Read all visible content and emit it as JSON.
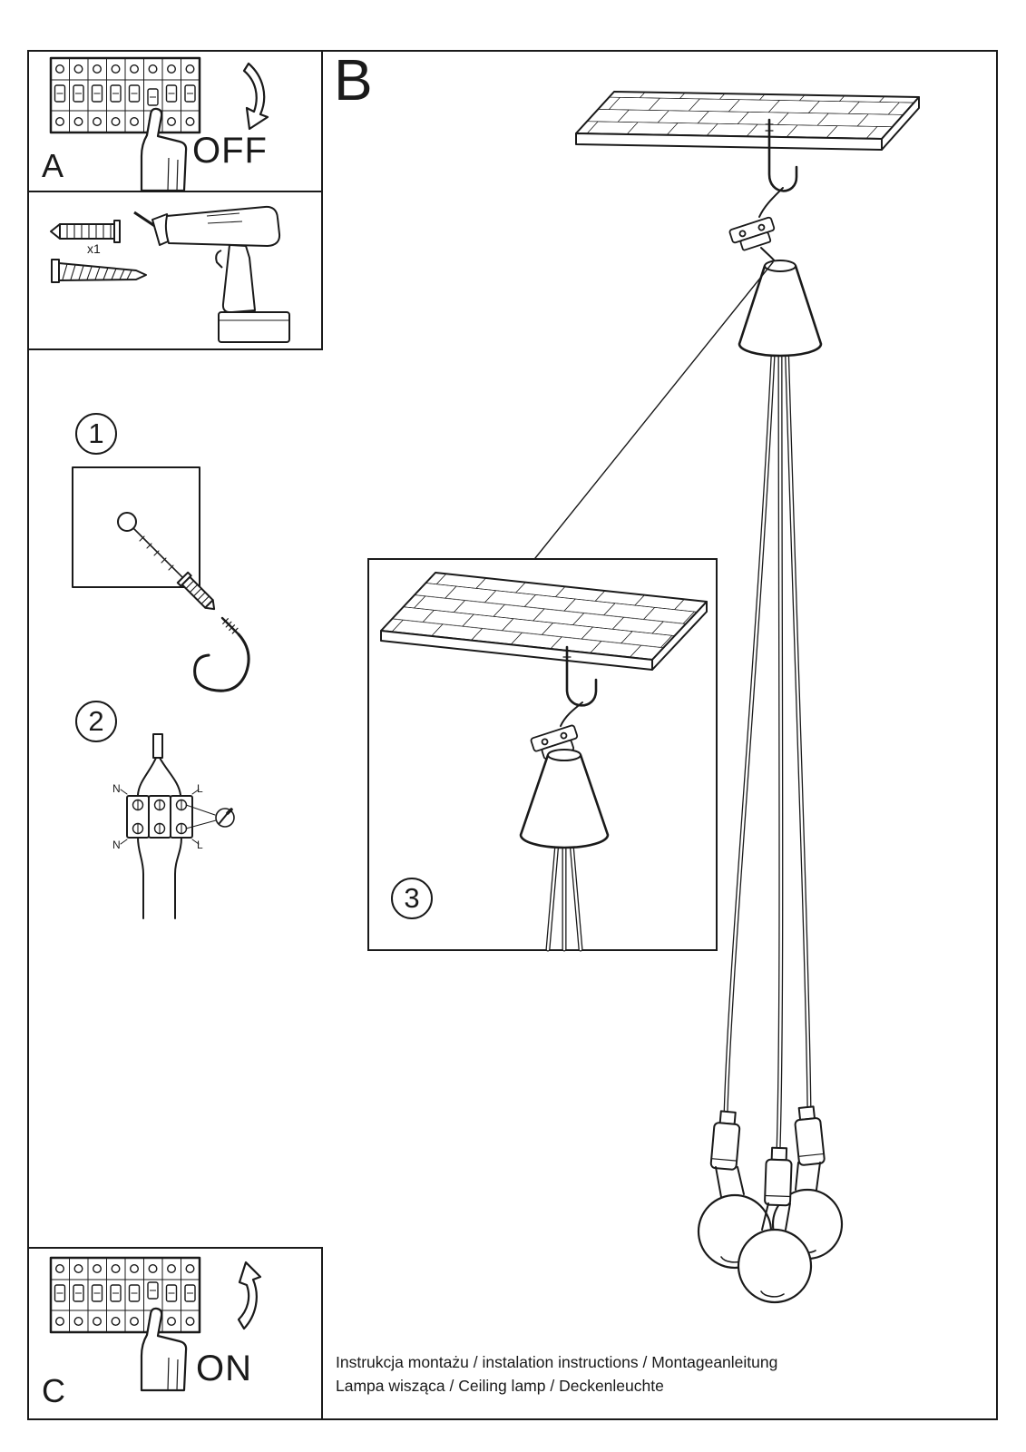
{
  "colors": {
    "ink": "#1a1a1a",
    "paper": "#ffffff"
  },
  "sectionA": {
    "label": "A",
    "state": "OFF"
  },
  "sectionB": {
    "label": "B"
  },
  "sectionC": {
    "label": "C",
    "state": "ON"
  },
  "tools": {
    "anchor_count": "x1"
  },
  "steps": {
    "step1": "1",
    "step2": "2",
    "step3": "3"
  },
  "wiring": {
    "n_top": "N",
    "l_top": "L",
    "n_bottom": "N",
    "l_bottom": "L"
  },
  "footer": {
    "line1": "Instrukcja montażu / instalation instructions / Montageanleitung",
    "line2": "Lampa wisząca / Ceiling lamp  / Deckenleuchte"
  }
}
